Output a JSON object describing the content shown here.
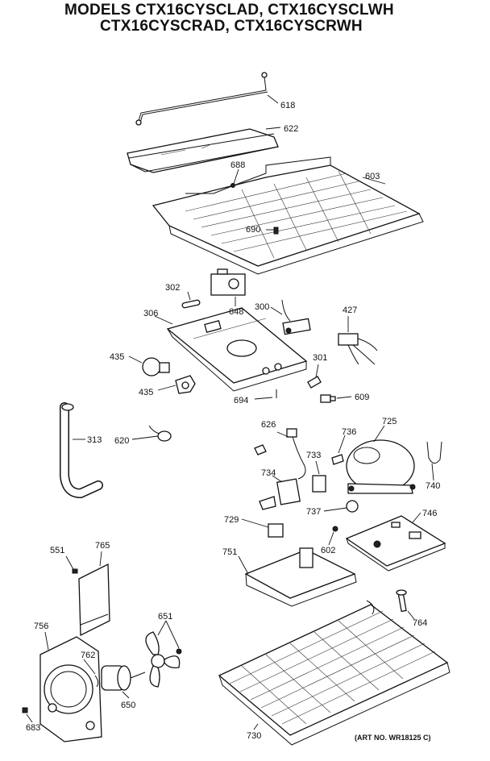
{
  "header": {
    "line1": "MODELS CTX16CYSCLAD, CTX16CYSCLWH",
    "line2": "CTX16CYSCRAD, CTX16CYSCRWH"
  },
  "parts": [
    {
      "id": "p618",
      "label": "618"
    },
    {
      "id": "p622",
      "label": "622"
    },
    {
      "id": "p688",
      "label": "688"
    },
    {
      "id": "p603",
      "label": "603"
    },
    {
      "id": "p690",
      "label": "690"
    },
    {
      "id": "p302",
      "label": "302"
    },
    {
      "id": "p648",
      "label": "648"
    },
    {
      "id": "p306",
      "label": "306"
    },
    {
      "id": "p300",
      "label": "300"
    },
    {
      "id": "p427",
      "label": "427"
    },
    {
      "id": "p435a",
      "label": "435"
    },
    {
      "id": "p301",
      "label": "301"
    },
    {
      "id": "p435b",
      "label": "435"
    },
    {
      "id": "p694",
      "label": "694"
    },
    {
      "id": "p609",
      "label": "609"
    },
    {
      "id": "p313",
      "label": "313"
    },
    {
      "id": "p620",
      "label": "620"
    },
    {
      "id": "p626",
      "label": "626"
    },
    {
      "id": "p736",
      "label": "736"
    },
    {
      "id": "p725",
      "label": "725"
    },
    {
      "id": "p733",
      "label": "733"
    },
    {
      "id": "p734",
      "label": "734"
    },
    {
      "id": "p740",
      "label": "740"
    },
    {
      "id": "p737",
      "label": "737"
    },
    {
      "id": "p729",
      "label": "729"
    },
    {
      "id": "p746",
      "label": "746"
    },
    {
      "id": "p551",
      "label": "551"
    },
    {
      "id": "p765",
      "label": "765"
    },
    {
      "id": "p751",
      "label": "751"
    },
    {
      "id": "p602",
      "label": "602"
    },
    {
      "id": "p756",
      "label": "756"
    },
    {
      "id": "p651",
      "label": "651"
    },
    {
      "id": "p762",
      "label": "762"
    },
    {
      "id": "p764",
      "label": "764"
    },
    {
      "id": "p650",
      "label": "650"
    },
    {
      "id": "p683",
      "label": "683"
    },
    {
      "id": "p730",
      "label": "730"
    }
  ],
  "art_number": "(ART NO. WR18125 C)"
}
